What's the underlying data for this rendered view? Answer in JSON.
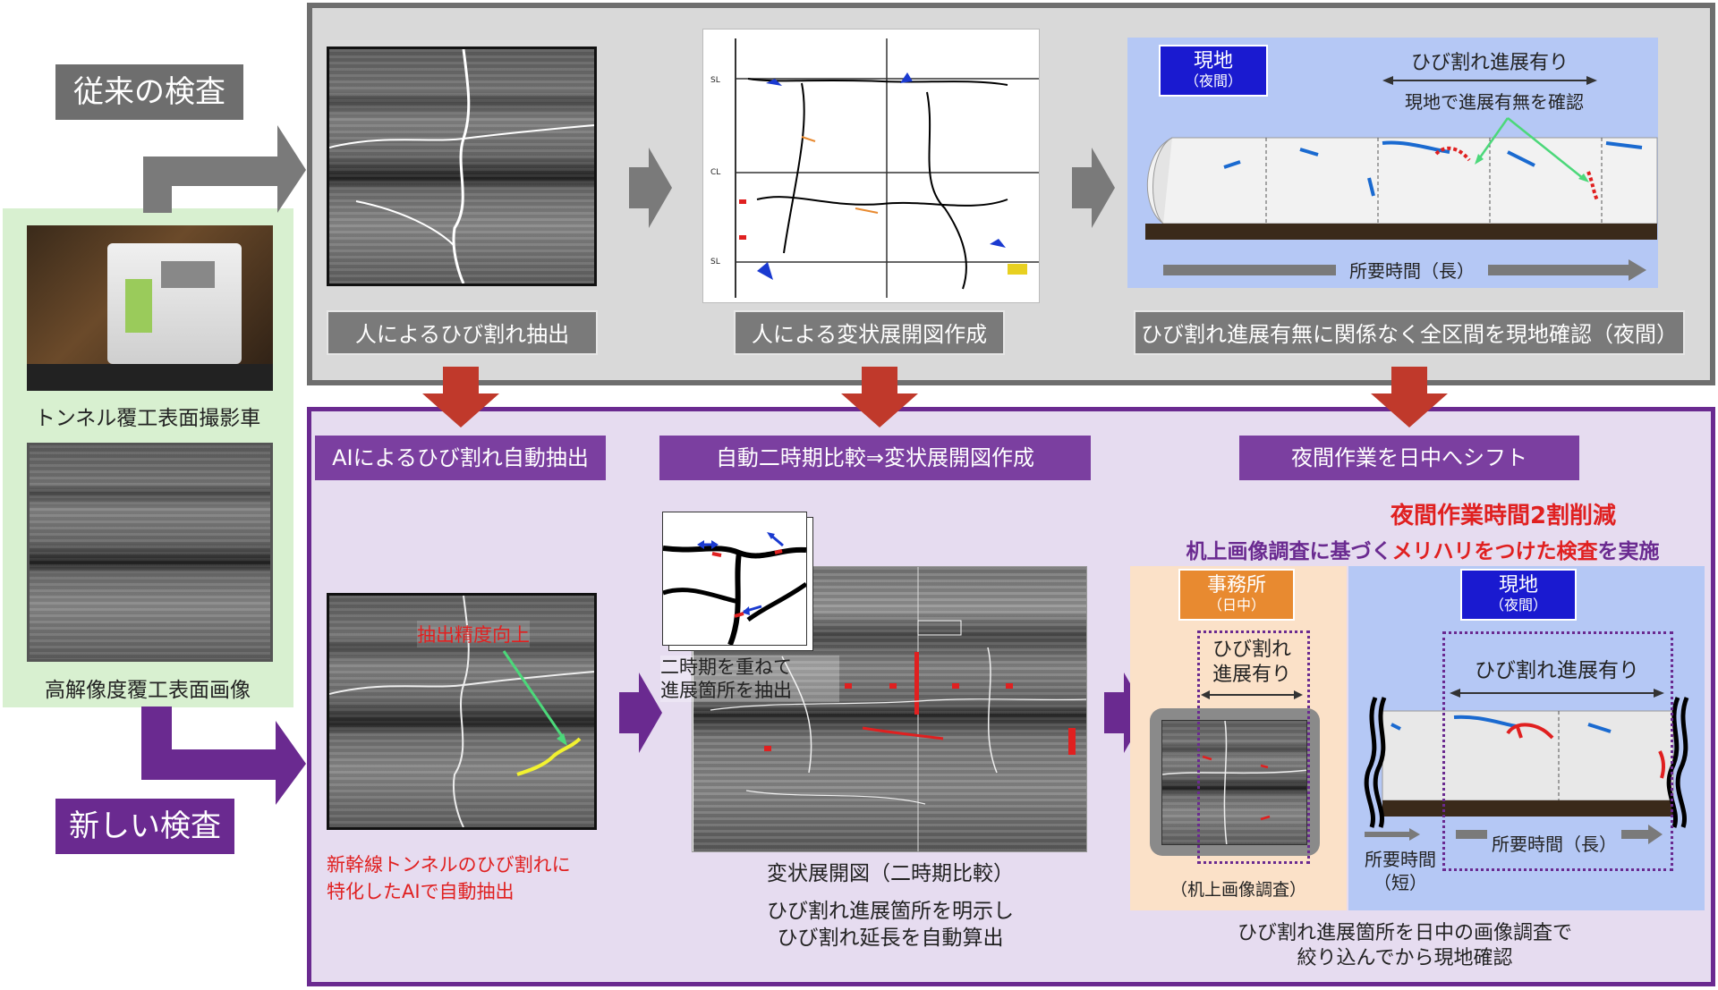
{
  "left": {
    "old_title": "従来の検査",
    "new_title": "新しい検査",
    "car_caption": "トンネル覆工表面撮影車",
    "hires_caption": "高解像度覆工表面画像"
  },
  "old_flow": {
    "step1": "人によるひび割れ抽出",
    "step2": "人による変状展開図作成",
    "step3": "ひび割れ進展有無に関係なく全区間を現地確認（夜間）",
    "site_badge_line1": "現地",
    "site_badge_line2": "（夜間）",
    "crack_progress": "ひび割れ進展有り",
    "confirm_onsite": "現地で進展有無を確認",
    "time_required": "所要時間（長）",
    "chart_marks": [
      "SL",
      "CL",
      "SL"
    ]
  },
  "new_flow": {
    "step1": "AIによるひび割れ自動抽出",
    "step2": "自動二時期比較⇒変状展開図作成",
    "step3": "夜間作業を日中へシフト",
    "accuracy": "抽出精度向上",
    "ai_caption_line1_a": "新幹線トンネルのひび割れに",
    "ai_caption_line2_a": "特化した",
    "ai_caption_line2_b": "AI",
    "ai_caption_line2_c": "で自動抽出",
    "overlay_line1": "二時期を重ねて",
    "overlay_line2": "進展箇所を抽出",
    "chart_caption": "変状展開図（二時期比較）",
    "chart_note_line1": "ひび割れ進展箇所を明示し",
    "chart_note_line2": "ひび割れ延長を自動算出",
    "reduction": "夜間作業時間2割削減",
    "policy_a": "机上画像調査に基づく",
    "policy_b": "メリハリをつけた検査",
    "policy_c": "を実施",
    "office_line1": "事務所",
    "office_line2": "（日中）",
    "office_crack_line1": "ひび割れ",
    "office_crack_line2": "進展有り",
    "desk_survey": "（机上画像調査）",
    "site_line1": "現地",
    "site_line2": "（夜間）",
    "site_crack": "ひび割れ進展有り",
    "time_short_line1": "所要時間",
    "time_short_line2": "（短）",
    "time_long": "所要時間（長）",
    "bottom_line1": "ひび割れ進展箇所を日中の画像調査で",
    "bottom_line2": "絞り込んでから現地確認"
  },
  "colors": {
    "gray_panel": "#d9d9d9",
    "purple_panel": "#e6dcf0",
    "purple_accent": "#7b3fa0",
    "red_arrow": "#c0392b",
    "blue_bg": "#b5c8f5",
    "orange_bg": "#fbe1c8",
    "green_panel": "#d8f0d0"
  }
}
